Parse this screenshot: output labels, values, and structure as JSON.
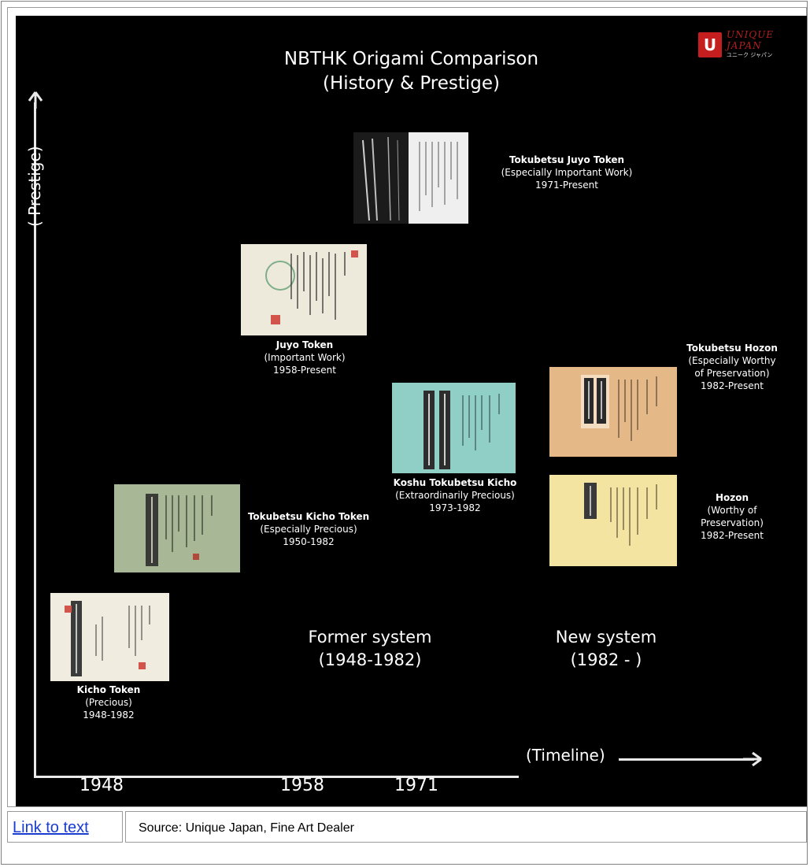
{
  "title": {
    "line1": "NBTHK Origami Comparison",
    "line2": "(History & Prestige)"
  },
  "logo": {
    "mark": "U",
    "line1": "UNIQUE",
    "line2": "JAPAN",
    "line3": "ユニーク ジャパン",
    "color": "#c41e1e"
  },
  "axes": {
    "y_label": "( Prestige)",
    "x_label": "(Timeline)",
    "years": [
      "1948",
      "1958",
      "1971"
    ]
  },
  "systems": {
    "former": {
      "line1": "Former system",
      "line2": "(1948-1982)"
    },
    "new": {
      "line1": "New system",
      "line2": "(1982 - )"
    }
  },
  "certificates": {
    "tokubetsu_juyo": {
      "name": "Tokubetsu Juyo Token",
      "desc": "(Especially Important Work)",
      "years": "1971-Present"
    },
    "juyo": {
      "name": "Juyo Token",
      "desc": "(Important Work)",
      "years": "1958-Present"
    },
    "tokubetsu_hozon": {
      "name": "Tokubetsu Hozon",
      "desc1": "(Especially Worthy",
      "desc2": "of Preservation)",
      "years": "1982-Present"
    },
    "koshu": {
      "name": "Koshu Tokubetsu Kicho",
      "desc": "(Extraordinarily Precious)",
      "years": "1973-1982"
    },
    "tokubetsu_kicho": {
      "name": "Tokubetsu Kicho Token",
      "desc": "(Especially Precious)",
      "years": "1950-1982"
    },
    "hozon": {
      "name": "Hozon",
      "desc1": "(Worthy of",
      "desc2": "Preservation)",
      "years": "1982-Present"
    },
    "kicho": {
      "name": "Kicho Token",
      "desc": "(Precious)",
      "years": "1948-1982"
    }
  },
  "footer": {
    "link_label": "Link to text",
    "source": "Source: Unique Japan, Fine Art Dealer"
  }
}
